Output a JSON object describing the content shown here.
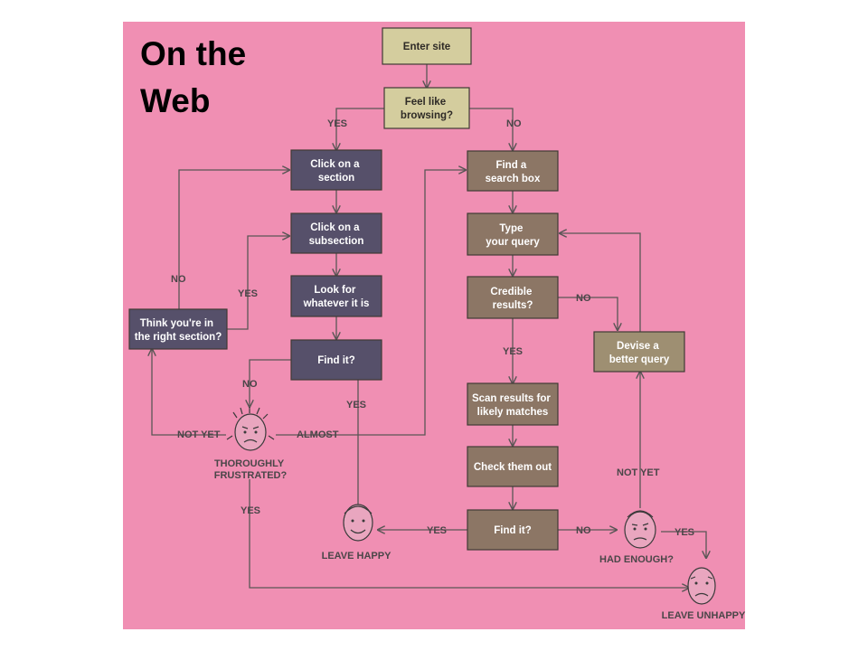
{
  "slide": {
    "title_line1": "On the",
    "title_line2": "Web"
  },
  "colors": {
    "panel": "#f08fb3",
    "start_box": "#d4cd9e",
    "browse_box": "#56506a",
    "search_box": "#8c7665",
    "decision_box": "#9e8f72",
    "text_dark": "#2e2a26",
    "text_light": "#ffffff"
  },
  "nodes": {
    "enter_site": [
      "Enter site"
    ],
    "feel_browsing": [
      "Feel like",
      "browsing?"
    ],
    "click_section": [
      "Click on a",
      "section"
    ],
    "click_subsection": [
      "Click on a",
      "subsection"
    ],
    "look_for": [
      "Look for",
      "whatever it is"
    ],
    "find_it_left": [
      "Find it?"
    ],
    "think_right": [
      "Think you're in",
      "the right section?"
    ],
    "find_search_box": [
      "Find a",
      "search box"
    ],
    "type_query": [
      "Type",
      "your query"
    ],
    "credible": [
      "Credible",
      "results?"
    ],
    "scan_results": [
      "Scan results for",
      "likely matches"
    ],
    "check_out": [
      "Check them out"
    ],
    "find_it_right": [
      "Find it?"
    ],
    "devise_query": [
      "Devise a",
      "better query"
    ]
  },
  "labels": {
    "yes_browse": "YES",
    "no_browse": "NO",
    "no_think": "NO",
    "yes_think": "YES",
    "no_find_left": "NO",
    "yes_find_left": "YES",
    "not_yet_left": "NOT YET",
    "almost": "ALMOST",
    "yes_frustrated": "YES",
    "yes_credible": "YES",
    "no_credible": "NO",
    "yes_find_right": "YES",
    "no_find_right": "NO",
    "not_yet_right": "NOT YET",
    "yes_enough": "YES"
  },
  "faces": {
    "frustrated": "THOROUGHLY\nFRUSTRATED?",
    "happy": "LEAVE HAPPY",
    "had_enough": "HAD ENOUGH?",
    "unhappy": "LEAVE UNHAPPY"
  }
}
